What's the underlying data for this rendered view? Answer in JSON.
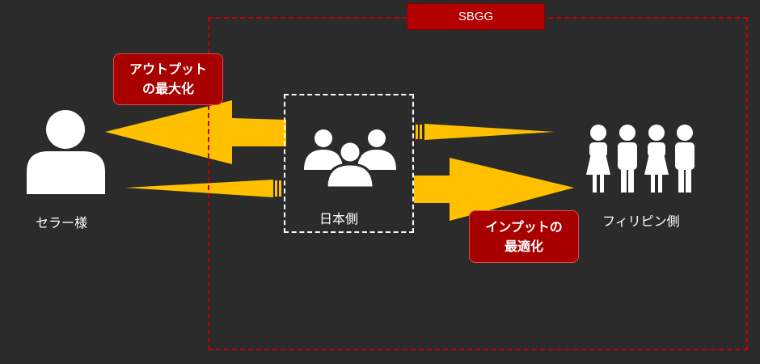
{
  "boundary": {
    "label": "SBGG",
    "color": "#c00000"
  },
  "callouts": {
    "output": {
      "line1": "アウトプット",
      "line2": "の最大化"
    },
    "input": {
      "line1": "インプットの",
      "line2": "最適化"
    }
  },
  "nodes": {
    "seller": {
      "label": "セラー様",
      "icon": "person-icon"
    },
    "japan": {
      "label": "日本側",
      "icon": "group-icon"
    },
    "philippines": {
      "label": "フィリピン側",
      "icon": "people-row-icon"
    }
  },
  "colors": {
    "background": "#2b2b2b",
    "arrow": "#ffc000",
    "callout_fill": "#a80000",
    "icon": "#ffffff"
  }
}
